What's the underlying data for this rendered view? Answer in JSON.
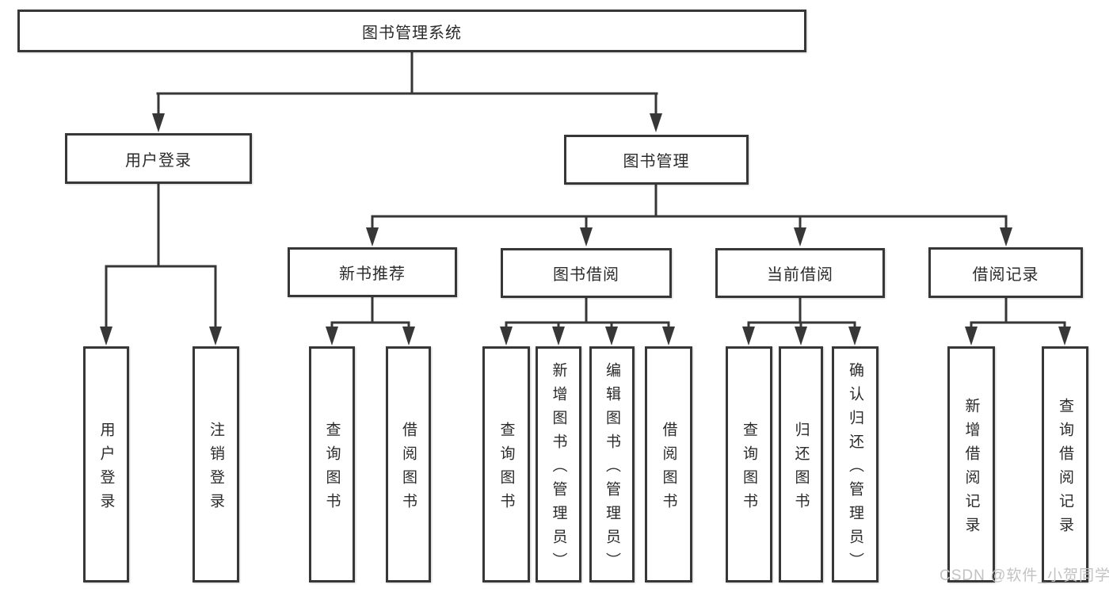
{
  "diagram": {
    "title": "图书管理系统",
    "root": {
      "label": "图书管理系统"
    },
    "branches": [
      {
        "label": "用户登录",
        "children": [
          {
            "label": "用户登录"
          },
          {
            "label": "注销登录"
          }
        ]
      },
      {
        "label": "图书管理",
        "children": [
          {
            "label": "新书推荐",
            "children": [
              {
                "label": "查询图书"
              },
              {
                "label": "借阅图书"
              }
            ]
          },
          {
            "label": "图书借阅",
            "children": [
              {
                "label": "查询图书"
              },
              {
                "label": "新增图书（管理员）"
              },
              {
                "label": "编辑图书（管理员）"
              },
              {
                "label": "借阅图书"
              }
            ]
          },
          {
            "label": "当前借阅",
            "children": [
              {
                "label": "查询图书"
              },
              {
                "label": "归还图书"
              },
              {
                "label": "确认归还（管理员）"
              }
            ]
          },
          {
            "label": "借阅记录",
            "children": [
              {
                "label": "新增借阅记录"
              },
              {
                "label": "查询借阅记录"
              }
            ]
          }
        ]
      }
    ]
  },
  "watermark": {
    "text": "CSDN @软件_小贺同学"
  },
  "colors": {
    "line": "#373737",
    "text": "#2b2b2b",
    "watermark": "#c2c2c2",
    "background": "#ffffff"
  }
}
